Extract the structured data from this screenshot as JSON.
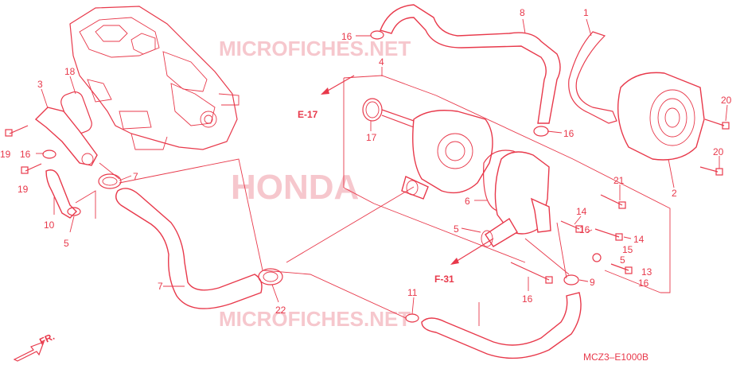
{
  "watermark": {
    "top": "MICROFICHES.NET",
    "center": "HONDA",
    "bottom": "MICROFICHES.NET"
  },
  "references": {
    "e17": "E-17",
    "f31": "F-31",
    "fr": "FR."
  },
  "diagram_code": "MCZ3–E1000B",
  "callouts": [
    {
      "id": "c8",
      "text": "8"
    },
    {
      "id": "c1",
      "text": "1"
    },
    {
      "id": "c16a",
      "text": "16"
    },
    {
      "id": "c4",
      "text": "4"
    },
    {
      "id": "c18",
      "text": "18"
    },
    {
      "id": "c3",
      "text": "3"
    },
    {
      "id": "c17",
      "text": "17"
    },
    {
      "id": "c20a",
      "text": "20"
    },
    {
      "id": "c16b",
      "text": "16"
    },
    {
      "id": "c16c",
      "text": "16"
    },
    {
      "id": "c19a",
      "text": "19"
    },
    {
      "id": "c20b",
      "text": "20"
    },
    {
      "id": "c19b",
      "text": "19"
    },
    {
      "id": "c7a",
      "text": "7"
    },
    {
      "id": "c21",
      "text": "21"
    },
    {
      "id": "c2",
      "text": "2"
    },
    {
      "id": "c6",
      "text": "6"
    },
    {
      "id": "c10",
      "text": "10"
    },
    {
      "id": "c14a",
      "text": "14"
    },
    {
      "id": "c16d",
      "text": "16"
    },
    {
      "id": "c5a",
      "text": "5"
    },
    {
      "id": "c14b",
      "text": "14"
    },
    {
      "id": "c5b",
      "text": "5"
    },
    {
      "id": "c15",
      "text": "15"
    },
    {
      "id": "c5c",
      "text": "5"
    },
    {
      "id": "c13",
      "text": "13"
    },
    {
      "id": "c16e",
      "text": "16"
    },
    {
      "id": "c9",
      "text": "9"
    },
    {
      "id": "c7b",
      "text": "7"
    },
    {
      "id": "c22",
      "text": "22"
    },
    {
      "id": "c16f",
      "text": "16"
    },
    {
      "id": "c11",
      "text": "11"
    }
  ]
}
